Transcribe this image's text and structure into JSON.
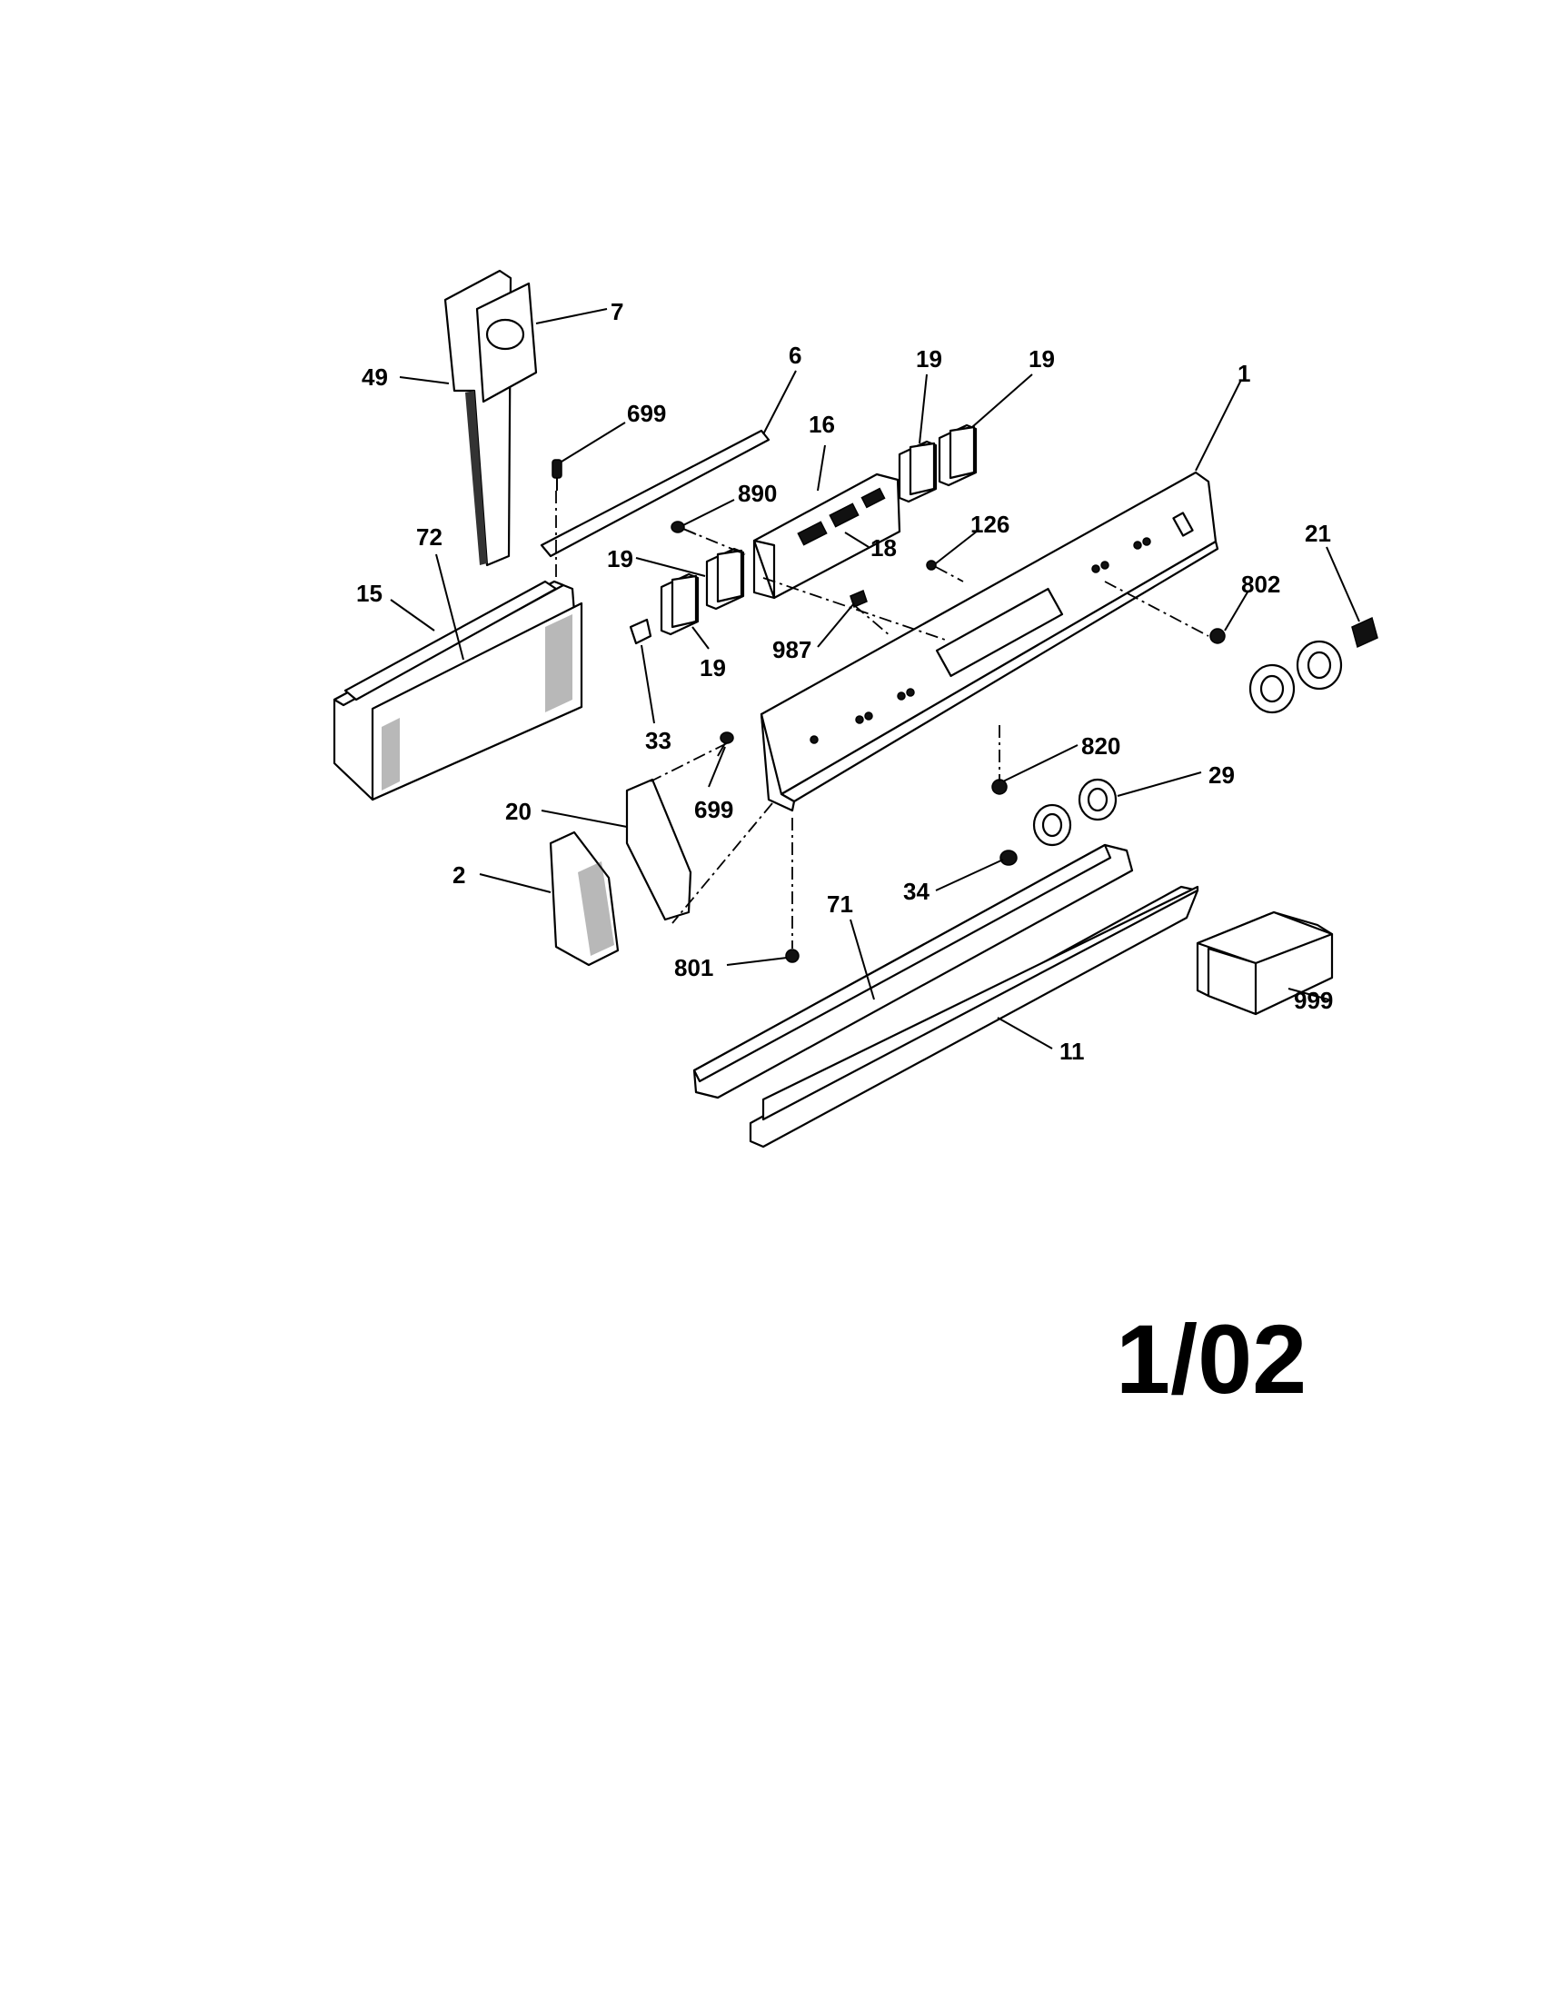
{
  "callouts": {
    "c7": "7",
    "c49": "49",
    "c699a": "699",
    "c6": "6",
    "c16": "16",
    "c19a": "19",
    "c19b": "19",
    "c1": "1",
    "c890": "890",
    "c18": "18",
    "c126": "126",
    "c21": "21",
    "c72": "72",
    "c15": "15",
    "c19c": "19",
    "c987": "987",
    "c802": "802",
    "c33": "33",
    "c19d": "19",
    "c699b": "699",
    "c820": "820",
    "c29": "29",
    "c20": "20",
    "c2": "2",
    "c71": "71",
    "c34": "34",
    "c801": "801",
    "c999": "999",
    "c11": "11"
  },
  "page_label": "1/02"
}
